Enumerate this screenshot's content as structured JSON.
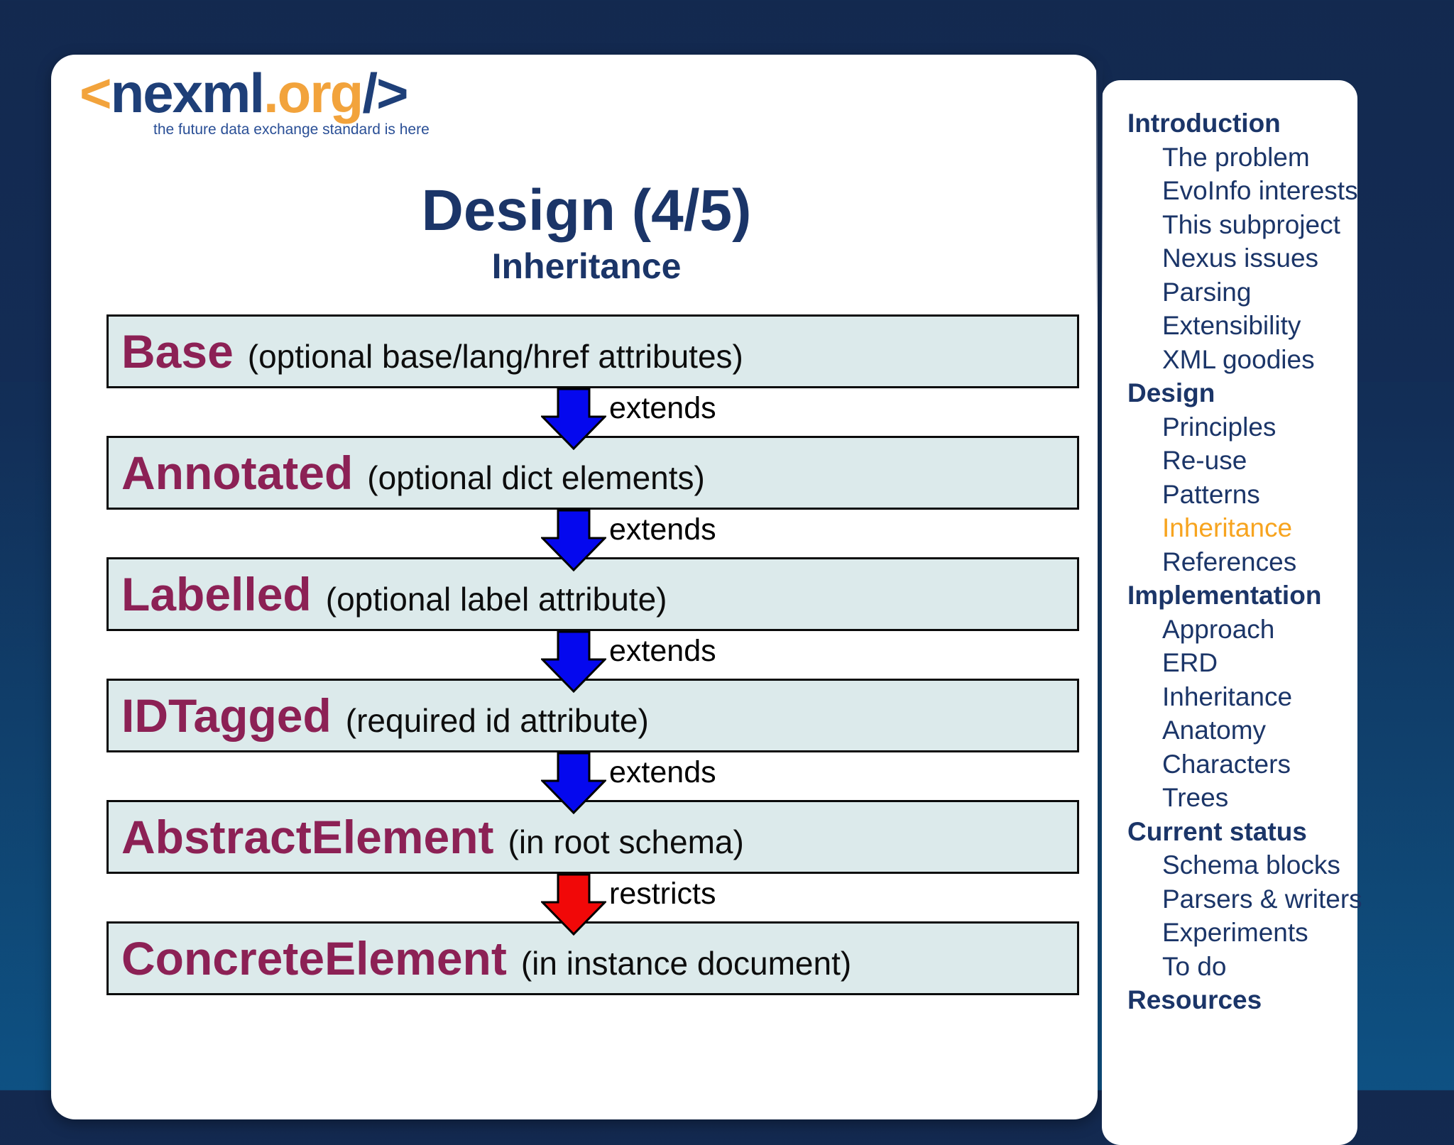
{
  "logo": {
    "angle_open": "<",
    "name": "nexml",
    "dot_org": ".org",
    "angle_close": "/>",
    "tagline": "the future data exchange standard is here"
  },
  "slide": {
    "title": "Design (4/5)",
    "subtitle": "Inheritance"
  },
  "diagram": {
    "boxes": [
      {
        "name": "Base",
        "desc": "(optional base/lang/href attributes)"
      },
      {
        "name": "Annotated",
        "desc": "(optional dict elements)"
      },
      {
        "name": "Labelled",
        "desc": "(optional label attribute)"
      },
      {
        "name": "IDTagged",
        "desc": "(required id attribute)"
      },
      {
        "name": "AbstractElement",
        "desc": "(in root schema)"
      },
      {
        "name": "ConcreteElement",
        "desc": "(in instance document)"
      }
    ],
    "connectors": [
      {
        "label": "extends",
        "type": "extends"
      },
      {
        "label": "extends",
        "type": "extends"
      },
      {
        "label": "extends",
        "type": "extends"
      },
      {
        "label": "extends",
        "type": "extends"
      },
      {
        "label": "restricts",
        "type": "restricts"
      }
    ]
  },
  "sidebar": {
    "items": [
      {
        "label": "Introduction",
        "type": "header",
        "active": false
      },
      {
        "label": "The problem",
        "type": "sub",
        "active": false
      },
      {
        "label": "EvoInfo interests",
        "type": "sub",
        "active": false
      },
      {
        "label": "This subproject",
        "type": "sub",
        "active": false
      },
      {
        "label": "Nexus issues",
        "type": "sub",
        "active": false
      },
      {
        "label": "Parsing",
        "type": "sub",
        "active": false
      },
      {
        "label": "Extensibility",
        "type": "sub",
        "active": false
      },
      {
        "label": "XML goodies",
        "type": "sub",
        "active": false
      },
      {
        "label": "Design",
        "type": "header",
        "active": false
      },
      {
        "label": "Principles",
        "type": "sub",
        "active": false
      },
      {
        "label": "Re-use",
        "type": "sub",
        "active": false
      },
      {
        "label": "Patterns",
        "type": "sub",
        "active": false
      },
      {
        "label": "Inheritance",
        "type": "sub",
        "active": true
      },
      {
        "label": "References",
        "type": "sub",
        "active": false
      },
      {
        "label": "Implementation",
        "type": "header",
        "active": false
      },
      {
        "label": "Approach",
        "type": "sub",
        "active": false
      },
      {
        "label": "ERD",
        "type": "sub",
        "active": false
      },
      {
        "label": "Inheritance",
        "type": "sub",
        "active": false
      },
      {
        "label": "Anatomy",
        "type": "sub",
        "active": false
      },
      {
        "label": "Characters",
        "type": "sub",
        "active": false
      },
      {
        "label": "Trees",
        "type": "sub",
        "active": false
      },
      {
        "label": "Current status",
        "type": "header",
        "active": false
      },
      {
        "label": "Schema blocks",
        "type": "sub",
        "active": false
      },
      {
        "label": "Parsers & writers",
        "type": "sub",
        "active": false
      },
      {
        "label": "Experiments",
        "type": "sub",
        "active": false
      },
      {
        "label": "To do",
        "type": "sub",
        "active": false
      },
      {
        "label": "Resources",
        "type": "header",
        "active": false
      }
    ]
  },
  "colors": {
    "background_top": "#13294F",
    "background_bottom": "#0E5183",
    "navy_text": "#1B3568",
    "logo_navy": "#1E3F78",
    "logo_orange": "#F2A33C",
    "active_orange": "#F7A41F",
    "box_fill": "#DCEAEB",
    "box_name_maroon": "#8C2155",
    "arrow_blue": "#0508EE",
    "arrow_red": "#F10808"
  }
}
